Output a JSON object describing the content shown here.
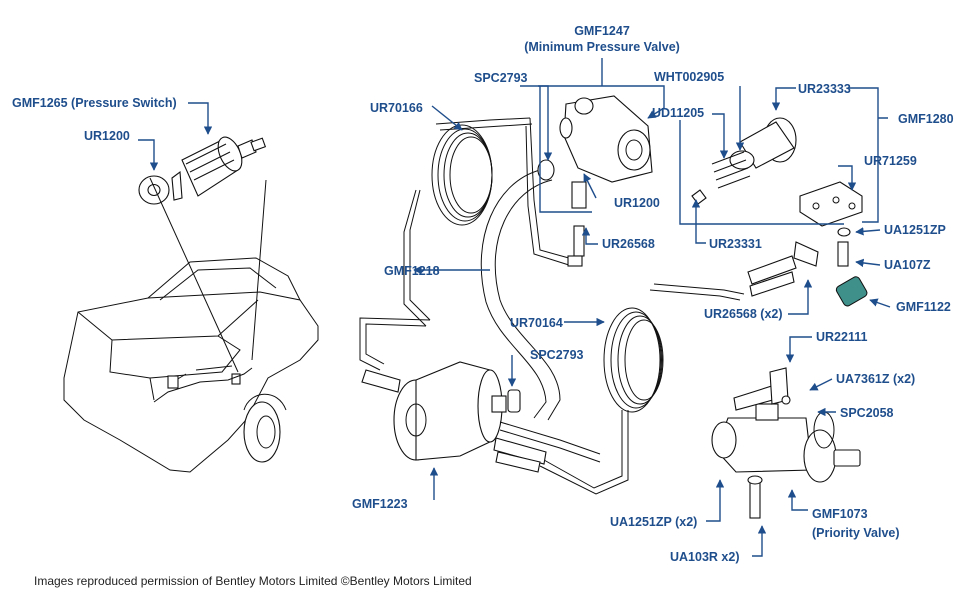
{
  "labels": {
    "gmf1265": "GMF1265 (Pressure Switch)",
    "ur1200_left": "UR1200",
    "gmf1247_code": "GMF1247",
    "gmf1247_desc": "(Minimum Pressure Valve)",
    "spc2793_top": "SPC2793",
    "ur70166": "UR70166",
    "wht002905": "WHT002905",
    "ur23333": "UR23333",
    "ud11205": "UD11205",
    "gmf1280": "GMF1280",
    "ur71259": "UR71259",
    "ur1200_mid": "UR1200",
    "ur26568": "UR26568",
    "ur23331": "UR23331",
    "ua1251zp_right": "UA1251ZP",
    "ua107z": "UA107Z",
    "gmf1218": "GMF1218",
    "gmf1122": "GMF1122",
    "ur26568_x2": "UR26568 (x2)",
    "ur70164": "UR70164",
    "ur22111": "UR22111",
    "spc2793_bottom": "SPC2793",
    "ua7361z": "UA7361Z (x2)",
    "spc2058": "SPC2058",
    "gmf1223": "GMF1223",
    "ua1251zp_x2": "UA1251ZP (x2)",
    "gmf1073_code": "GMF1073",
    "gmf1073_desc": "(Priority Valve)",
    "ua103r": "UA103R x2)"
  },
  "caption": "Images reproduced permission of Bentley Motors Limited ©Bentley Motors Limited",
  "colors": {
    "label": "#1f4e8c",
    "line_art": "#111111",
    "accent_part": "#3f8f8a"
  }
}
